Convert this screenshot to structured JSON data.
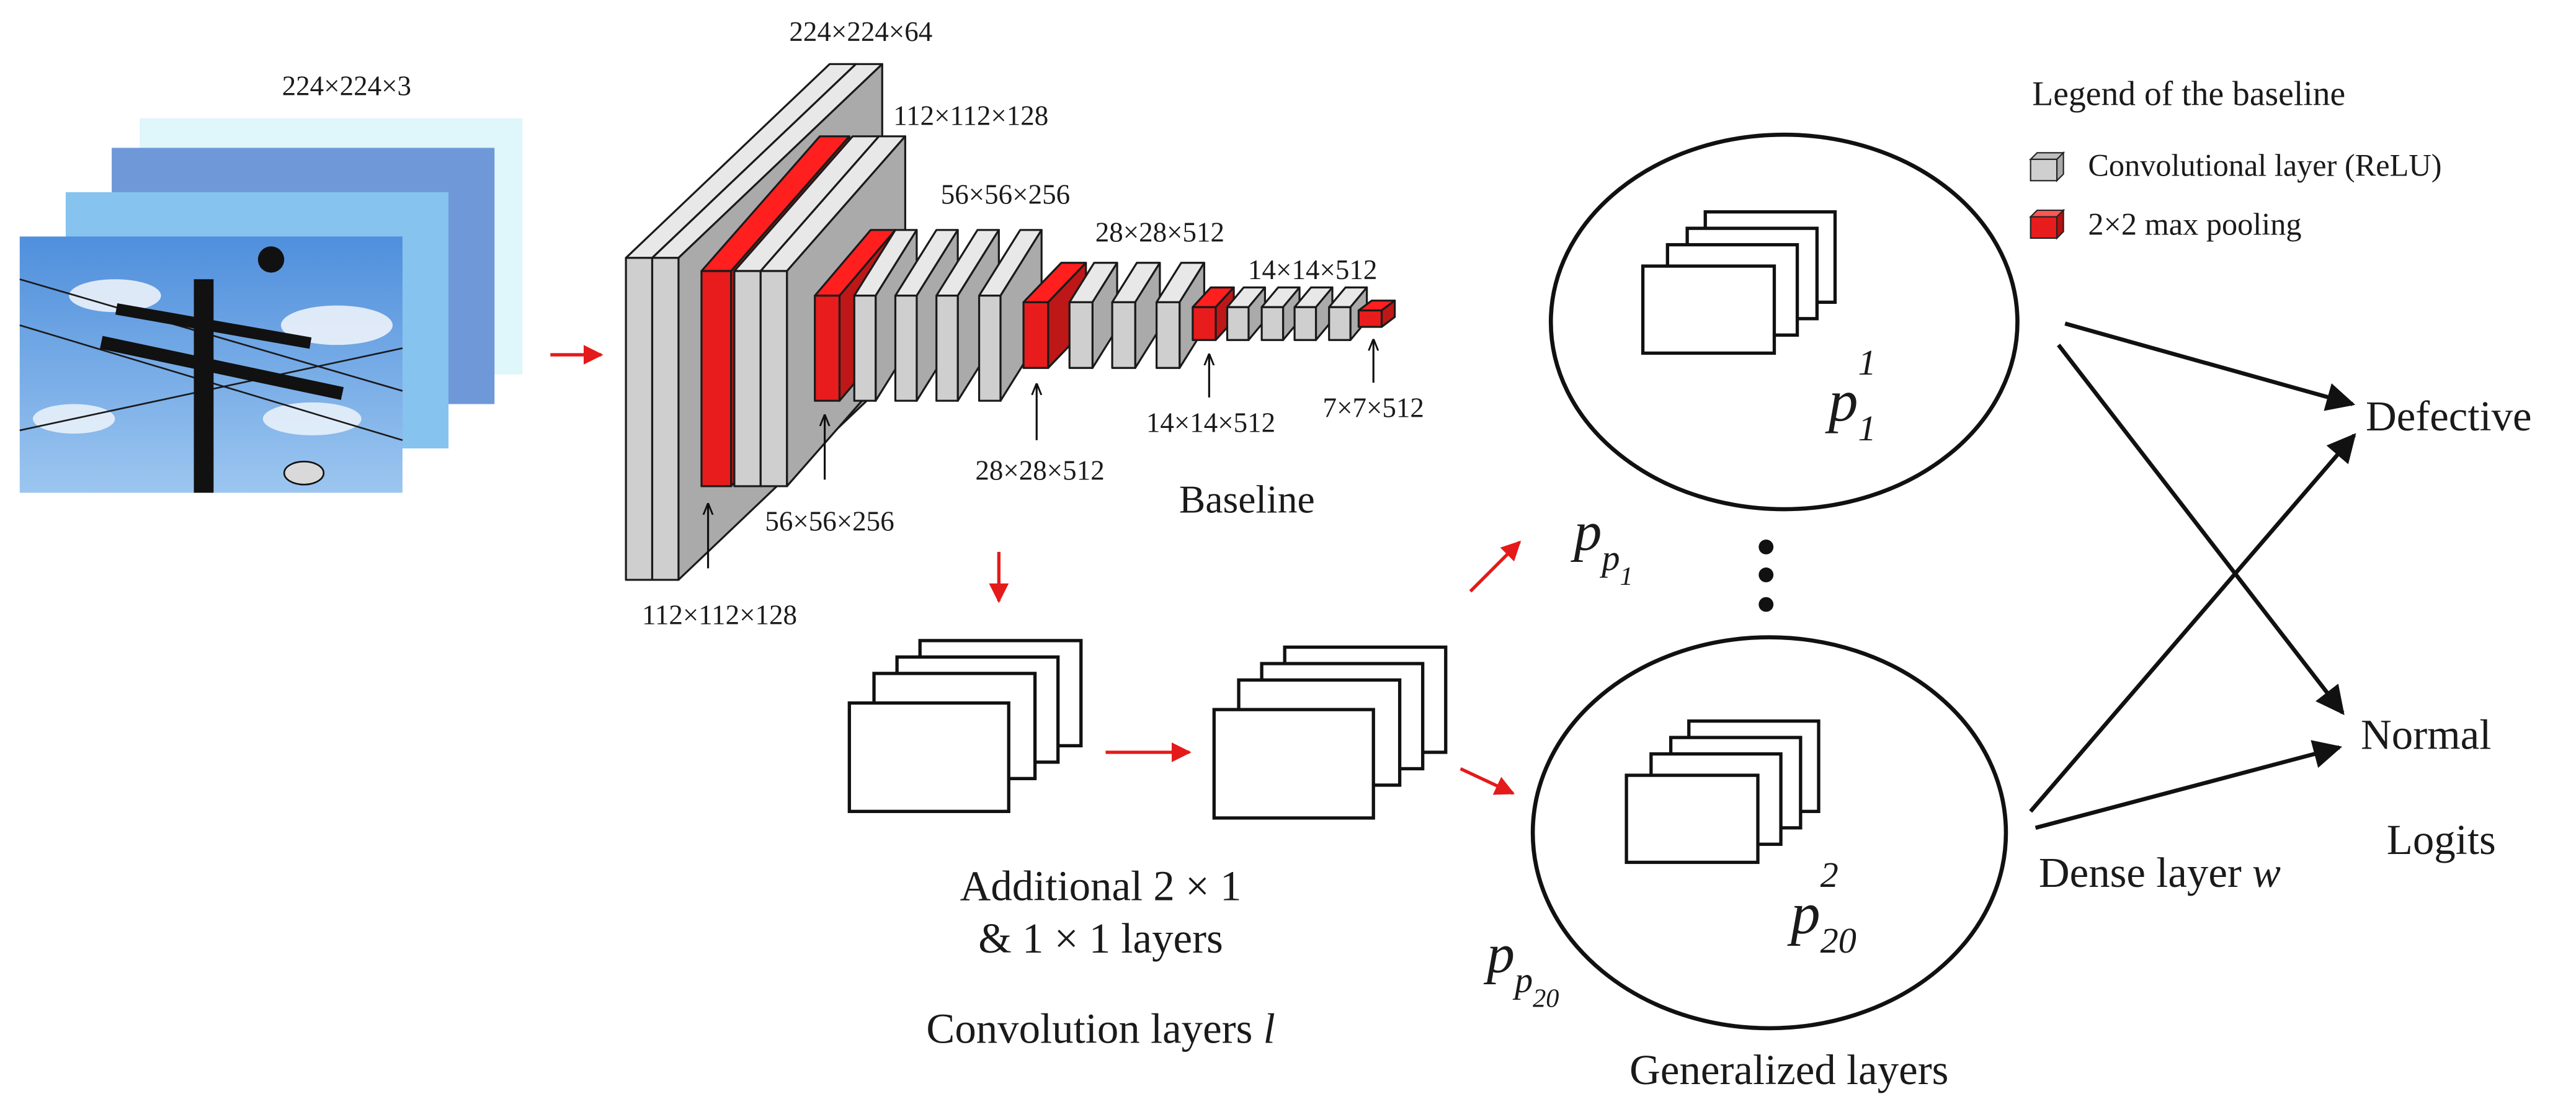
{
  "colors": {
    "conv_layer": "#cfcfcf",
    "pooling_layer": "#e81c1c",
    "flow_arrow": "#e51a1a",
    "photo_sky": "#79aee8",
    "line": "#111111"
  },
  "input_images": {
    "dim_label": "224×224×3"
  },
  "baseline": {
    "title": "Baseline",
    "dim_labels": {
      "l224_64": "224×224×64",
      "top_112": "112×112×128",
      "top_56": "56×56×256",
      "top_28": "28×28×512",
      "top_14": "14×14×512",
      "bottom_112": "112×112×128",
      "bottom_56": "56×56×256",
      "bottom_28": "28×28×512",
      "bottom_14": "14×14×512",
      "bottom_7": "7×7×512"
    }
  },
  "legend": {
    "title": "Legend of the baseline",
    "conv_label": "Convolutional layer (ReLU)",
    "pool_label": "2×2 max pooling"
  },
  "additional": {
    "line1": "Additional 2 × 1",
    "line2": "& 1 × 1 layers",
    "caption_prefix": "Convolution layers ",
    "caption_var": "l"
  },
  "generalized": {
    "caption": "Generalized layers",
    "prototype_top": {
      "base": "p",
      "sup": "1",
      "sub": "1"
    },
    "prototype_bottom": {
      "base": "p",
      "sup": "2",
      "sub": "20"
    },
    "label_top": {
      "base": "p",
      "sub": "p",
      "subsub": "1"
    },
    "label_bottom": {
      "base": "p",
      "sub": "p",
      "subsub": "20"
    }
  },
  "output": {
    "class_defective": "Defective",
    "class_normal": "Normal",
    "logits_label": "Logits",
    "dense_prefix": "Dense layer ",
    "dense_var": "w"
  }
}
